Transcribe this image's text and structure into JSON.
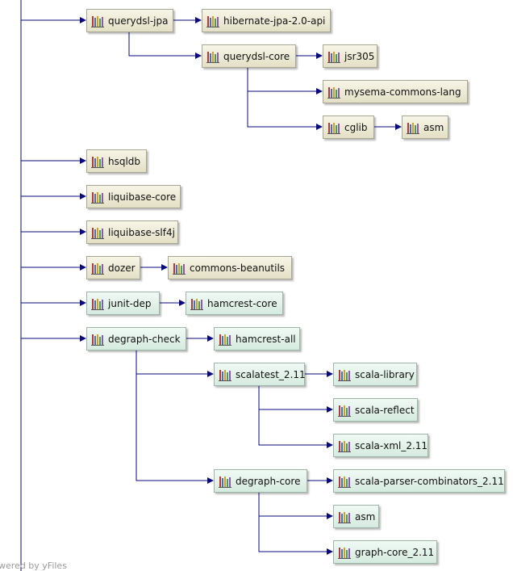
{
  "diagram": {
    "nodes": [
      {
        "id": "querydsl-jpa",
        "label": "querydsl-jpa",
        "scope": "compile"
      },
      {
        "id": "hibernate-jpa",
        "label": "hibernate-jpa-2.0-api",
        "scope": "compile"
      },
      {
        "id": "querydsl-core",
        "label": "querydsl-core",
        "scope": "compile"
      },
      {
        "id": "jsr305",
        "label": "jsr305",
        "scope": "compile"
      },
      {
        "id": "mysema",
        "label": "mysema-commons-lang",
        "scope": "compile"
      },
      {
        "id": "cglib",
        "label": "cglib",
        "scope": "compile"
      },
      {
        "id": "asm1",
        "label": "asm",
        "scope": "compile"
      },
      {
        "id": "hsqldb",
        "label": "hsqldb",
        "scope": "compile"
      },
      {
        "id": "liquibase-core",
        "label": "liquibase-core",
        "scope": "compile"
      },
      {
        "id": "liquibase-slf4j",
        "label": "liquibase-slf4j",
        "scope": "compile"
      },
      {
        "id": "dozer",
        "label": "dozer",
        "scope": "compile"
      },
      {
        "id": "commons-beanutils",
        "label": "commons-beanutils",
        "scope": "compile"
      },
      {
        "id": "junit-dep",
        "label": "junit-dep",
        "scope": "test"
      },
      {
        "id": "hamcrest-core",
        "label": "hamcrest-core",
        "scope": "test"
      },
      {
        "id": "degraph-check",
        "label": "degraph-check",
        "scope": "test"
      },
      {
        "id": "hamcrest-all",
        "label": "hamcrest-all",
        "scope": "test"
      },
      {
        "id": "scalatest",
        "label": "scalatest_2.11",
        "scope": "test"
      },
      {
        "id": "scala-library",
        "label": "scala-library",
        "scope": "test"
      },
      {
        "id": "scala-reflect",
        "label": "scala-reflect",
        "scope": "test"
      },
      {
        "id": "scala-xml",
        "label": "scala-xml_2.11",
        "scope": "test"
      },
      {
        "id": "degraph-core",
        "label": "degraph-core",
        "scope": "test"
      },
      {
        "id": "scala-parser",
        "label": "scala-parser-combinators_2.11",
        "scope": "test"
      },
      {
        "id": "asm2",
        "label": "asm",
        "scope": "test"
      },
      {
        "id": "graph-core",
        "label": "graph-core_2.11",
        "scope": "test"
      }
    ],
    "edge_color": "#0a0a80",
    "watermark": "wered by yFiles"
  }
}
